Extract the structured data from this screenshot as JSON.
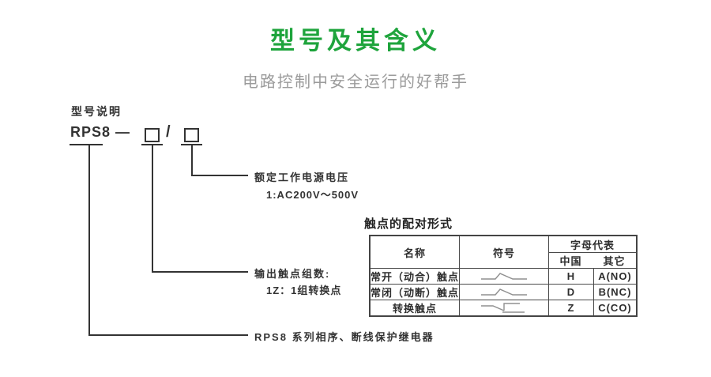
{
  "header": {
    "title": "型号及其含义",
    "subtitle": "电路控制中安全运行的好帮手"
  },
  "model": {
    "section_label": "型号说明",
    "prefix": "RPS8",
    "dash": "—",
    "slash": "/",
    "callouts": [
      {
        "label": "额定工作电源电压",
        "detail": "1:AC200V～500V"
      },
      {
        "label": "输出触点组数:",
        "detail": "1Z：1组转换点"
      },
      {
        "label": "RPS8 系列相序、断线保护继电器",
        "detail": ""
      }
    ]
  },
  "contact_table": {
    "title": "触点的配对形式",
    "headers": {
      "name": "名称",
      "symbol": "符号",
      "letter": "字母代表",
      "china": "中国",
      "other": "其它"
    },
    "rows": [
      {
        "name": "常开（动合）触点",
        "symbol_name": "normally-open-contact-symbol",
        "china": "H",
        "other": "A(NO)"
      },
      {
        "name": "常闭（动断）触点",
        "symbol_name": "normally-closed-contact-symbol",
        "china": "D",
        "other": "B(NC)"
      },
      {
        "name": "转换触点",
        "symbol_name": "changeover-contact-symbol",
        "china": "Z",
        "other": "C(CO)"
      }
    ]
  },
  "colors": {
    "accent_green": "#1ea43c",
    "subtitle_gray": "#9b9b9b",
    "text": "#333333",
    "symbol_gray": "#8f8f8f"
  }
}
